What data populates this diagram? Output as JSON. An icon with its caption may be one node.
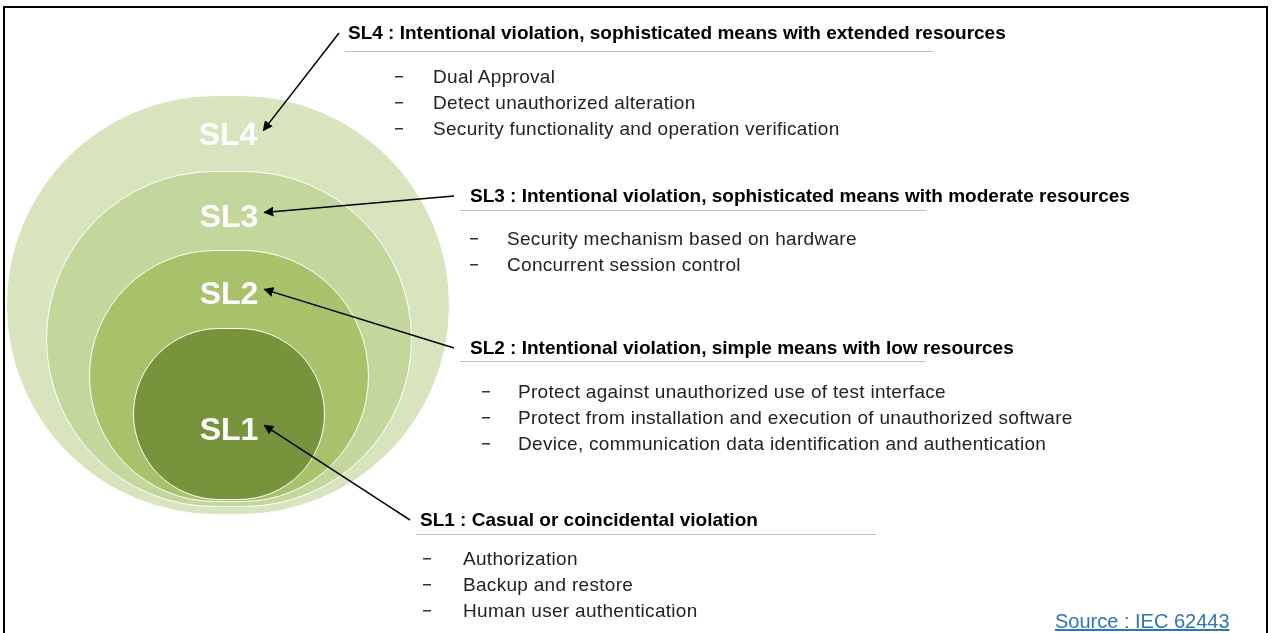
{
  "diagram": {
    "nodes": [
      {
        "text": [
          "SL4"
        ]
      },
      {
        "text": [
          "SL3"
        ],
        "in": 0
      },
      {
        "text": [
          "SL2"
        ],
        "in": 1
      },
      {
        "text": [
          "SL1"
        ],
        "in": 2
      },
      {
        "text": [
          "SL4 : Intentional violation, sophisticated means with extended resources",
          "Dual Approval",
          "Detect unauthorized alteration",
          "Security functionality and operation verification"
        ]
      },
      {
        "text": [
          "SL3 : Intentional violation, sophisticated means with moderate resources",
          "Security mechanism based on hardware",
          "Concurrent session control"
        ]
      },
      {
        "text": [
          "SL2 : Intentional violation, simple means with low resources",
          "Protect against unauthorized use of test interface",
          "Protect from installation and execution of unauthorized software",
          "Device, communication data identification and authentication"
        ]
      },
      {
        "text": [
          "SL1 : Casual or coincidental violation",
          "Authorization",
          "Backup and restore",
          "Human user authentication"
        ]
      }
    ],
    "edges": [
      {
        "from": 4,
        "to": 0,
        "arrow": "to"
      },
      {
        "from": 5,
        "to": 1,
        "arrow": "to"
      },
      {
        "from": 6,
        "to": 2,
        "arrow": "to"
      },
      {
        "from": 7,
        "to": 3,
        "arrow": "to"
      }
    ],
    "labels": [
      "Source : IEC 62443"
    ]
  }
}
